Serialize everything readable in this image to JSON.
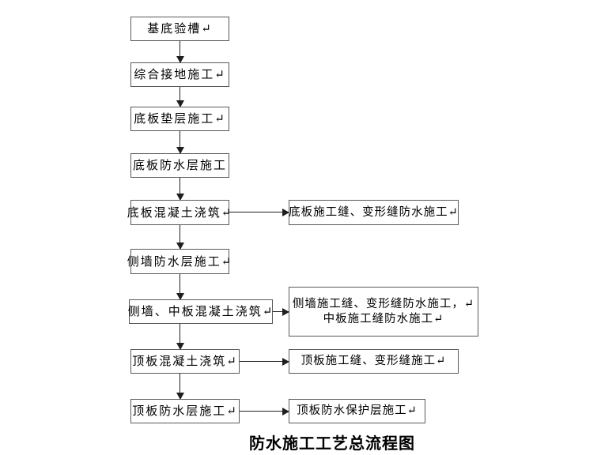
{
  "diagram": {
    "caption": "防水施工工艺总流程图",
    "colors": {
      "background": "#ffffff",
      "box_border": "#595959",
      "line": "#1f1f1f",
      "text": "#000000"
    },
    "nodes": [
      {
        "label": "基底验槽↵"
      },
      {
        "label": "综合接地施工↵"
      },
      {
        "label": "底板垫层施工↵"
      },
      {
        "label": "底板防水层施工"
      },
      {
        "label": "底板混凝土浇筑↵"
      },
      {
        "label": "侧墙防水层施工↵"
      },
      {
        "label": "侧墙、中板混凝土浇筑↵"
      },
      {
        "label": "顶板混凝土浇筑↵"
      },
      {
        "label": "顶板防水层施工↵"
      }
    ],
    "branches": [
      {
        "label": "底板施工缝、变形缝防水施工↵"
      },
      {
        "line1": "侧墙施工缝、变形缝防水施工，↵",
        "line2": "中板施工缝防水施工↵"
      },
      {
        "label": "顶板施工缝、变形缝施工↵"
      },
      {
        "label": "顶板防水保护层施工↵"
      }
    ],
    "edges": [
      {
        "from": "基底验槽",
        "to": "综合接地施工",
        "type": "down"
      },
      {
        "from": "综合接地施工",
        "to": "底板垫层施工",
        "type": "down"
      },
      {
        "from": "底板垫层施工",
        "to": "底板防水层施工",
        "type": "down"
      },
      {
        "from": "底板防水层施工",
        "to": "底板混凝土浇筑",
        "type": "down"
      },
      {
        "from": "底板混凝土浇筑",
        "to": "侧墙防水层施工",
        "type": "down"
      },
      {
        "from": "侧墙防水层施工",
        "to": "侧墙、中板混凝土浇筑",
        "type": "down"
      },
      {
        "from": "侧墙、中板混凝土浇筑",
        "to": "顶板混凝土浇筑",
        "type": "down"
      },
      {
        "from": "顶板混凝土浇筑",
        "to": "顶板防水层施工",
        "type": "down"
      },
      {
        "from": "底板混凝土浇筑",
        "to": "底板施工缝、变形缝防水施工",
        "type": "right"
      },
      {
        "from": "侧墙、中板混凝土浇筑",
        "to": "侧墙施工缝、变形缝防水施工，中板施工缝防水施工",
        "type": "right"
      },
      {
        "from": "顶板混凝土浇筑",
        "to": "顶板施工缝、变形缝施工",
        "type": "right"
      },
      {
        "from": "顶板防水层施工",
        "to": "顶板防水保护层施工",
        "type": "right"
      }
    ]
  }
}
